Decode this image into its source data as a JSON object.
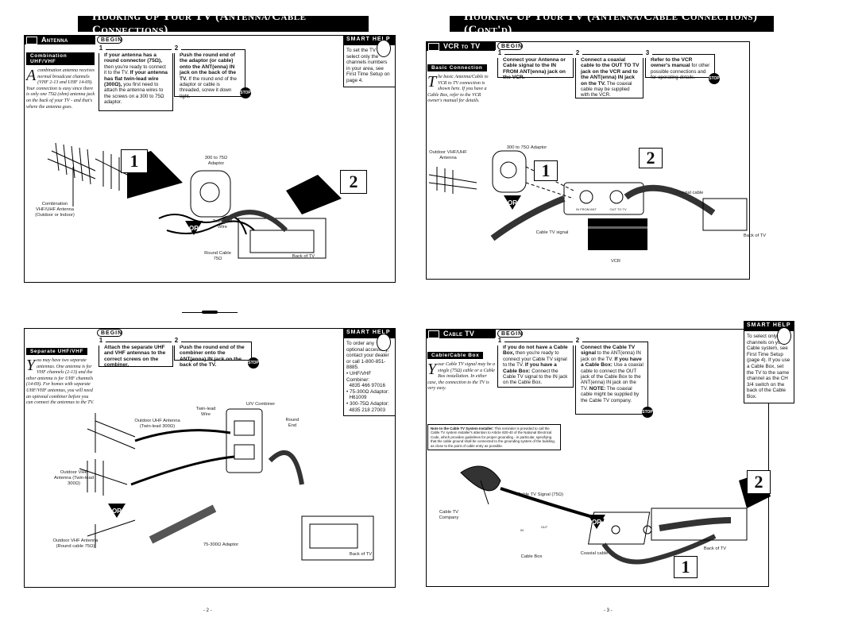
{
  "headers": {
    "left": "Hooking Up Your TV (Antenna/Cable Connections)",
    "right": "Hooking Up Your TV (Antenna/Cable Connections) (Cont'd)"
  },
  "begin": "BEGIN",
  "smart_help": "SMART HELP",
  "stop": "STOP",
  "or": "OR",
  "antenna": {
    "tab": "Antenna",
    "side_heading": "Combination UHF/VHF",
    "side_dropcap": "A",
    "side_text": "combination antenna receives normal broadcast channels (VHF 2-13 and UHF 14-69). Your connection is easy since there is only one 75Ω (ohm) antenna jack on the back of your TV - and that's where the antenna goes.",
    "step1_bold": "If your antenna has a round connector (75Ω),",
    "step1_text": "then you're ready to connect it to the TV.",
    "step1_bold2": "If your antenna has flat twin-lead wire (300Ω),",
    "step1_text2": "you first need to attach the antenna wires to the screws on a 300 to 75Ω adaptor.",
    "step2_bold": "Push the round end of the adaptor (or cable) onto the ANT(enna) IN jack on the back of the TV.",
    "step2_text": "If the round end of the adaptor or cable is threaded, screw it down tight.",
    "help": "To set the TV to select only the channels numbers in your area, see First Time Setup on page 4.",
    "labels": {
      "adaptor": "300 to 75Ω Adaptor",
      "antenna": "Combination VHF/UHF Antenna (Outdoor or Indoor)",
      "twinlead": "Twin-lead Wire",
      "round": "Round Cable 75Ω",
      "back": "Back of TV"
    }
  },
  "separate": {
    "side_heading": "Separate UHF/VHF",
    "side_dropcap": "Y",
    "side_text": "ou may have two separate antennas. One antenna is for VHF channels (2-13) and the other antenna is for UHF channels (14-69). For homes with separate UHF/VHF antennas, you will need an optional combiner before you can connect the antennas to the TV.",
    "step1_bold": "Attach the separate UHF and VHF antennas to the correct screws on the combiner.",
    "step2_bold": "Push the round end of the combiner onto the ANT(enna) IN jack on the back of the TV.",
    "help_intro": "To order any optional accessory, contact your dealer or call 1-800-851-8885.",
    "parts": [
      {
        "name": "UHF/VHF Combiner:",
        "num": "4835 466 97016"
      },
      {
        "name": "75-300Ω Adaptor:",
        "num": "H61009"
      },
      {
        "name": "300-75Ω Adaptor:",
        "num": "4835 218 27003"
      }
    ],
    "labels": {
      "uhf": "Outdoor UHF Antenna (Twin-lead 300Ω)",
      "twinlead": "Twin-lead Wire",
      "combiner": "U/V Combiner",
      "round": "Round End",
      "vhf": "Outdoor VHF Antenna (Twin-lead 300Ω)",
      "vhf_round": "Outdoor VHF Antenna (Round cable 75Ω)",
      "adaptor": "75-300Ω Adaptor",
      "back": "Back of TV"
    }
  },
  "vcr": {
    "tab": "VCR to TV",
    "side_heading": "Basic Connection",
    "side_dropcap": "T",
    "side_text": "he basic Antenna/Cable to VCR to TV connection is shown here. If you have a Cable Box, refer to the VCR owner's manual for details.",
    "step1_bold": "Connect your Antenna or Cable signal to the IN FROM ANT(enna) jack on the VCR.",
    "step2_bold": "Connect a coaxial cable to the OUT TO TV jack on the VCR and to the ANT(enna) IN jack on the TV.",
    "step2_text": "The coaxial cable may be supplied with the VCR.",
    "step3_bold": "Refer to the VCR owner's manual",
    "step3_text": "for other possible connections and for operating details.",
    "labels": {
      "adaptor": "300 to 75Ω Adaptor",
      "antenna": "Outdoor VHF/UHF Antenna",
      "coax": "Coaxial cable",
      "signal": "Cable TV signal",
      "back": "Back of TV",
      "vcr": "VCR",
      "in_from": "IN FROM ANT",
      "out_to": "OUT TO TV"
    }
  },
  "cable": {
    "tab": "Cable TV",
    "side_heading": "Cable/Cable Box",
    "side_dropcap": "Y",
    "side_text": "our Cable TV signal may be a single (75Ω) cable or a Cable Box installation. In either case, the connection to the TV is very easy.",
    "step1_bold": "If you do not have a Cable Box,",
    "step1_text": "then you're ready to connect your Cable TV signal to the TV.",
    "step1_bold2": "If you have a Cable Box:",
    "step1_text2": "Connect the Cable TV signal to the IN jack on the Cable Box.",
    "step2_bold": "Connect the Cable TV signal",
    "step2_text": "to the ANT(enna) IN jack on the TV.",
    "step2_bold2": "If you have a Cable Box:",
    "step2_text2": "Use a coaxial cable to connect the OUT jack of the Cable Box to the ANT(enna) IN jack on the TV.",
    "step2_note_b": "NOTE:",
    "step2_note": "The coaxial cable might be supplied by the Cable TV company.",
    "help": "To select only the channels on your Cable system, see First Time Setup (page 4). If you use a Cable Box, set the TV to the same channel as the CH 3/4 switch on the back of the Cable Box.",
    "note_bold": "Note to the Cable TV System Installer:",
    "note_text": "This reminder is provided to call the Cable TV system installer's attention to Article 820-40 of the National Electrical Code, which provides guidelines for proper grounding - in particular, specifying that the cable ground shall be connected to the grounding system of the building, as close to the point of cable entry as possible.",
    "labels": {
      "signal": "Cable TV Signal (75Ω)",
      "company": "Cable TV Company",
      "box": "Cable Box",
      "coax": "Coaxial cable",
      "back": "Back of TV",
      "in": "IN",
      "out": "OUT"
    }
  },
  "pages": {
    "left": "- 2 -",
    "right": "- 3 -"
  }
}
